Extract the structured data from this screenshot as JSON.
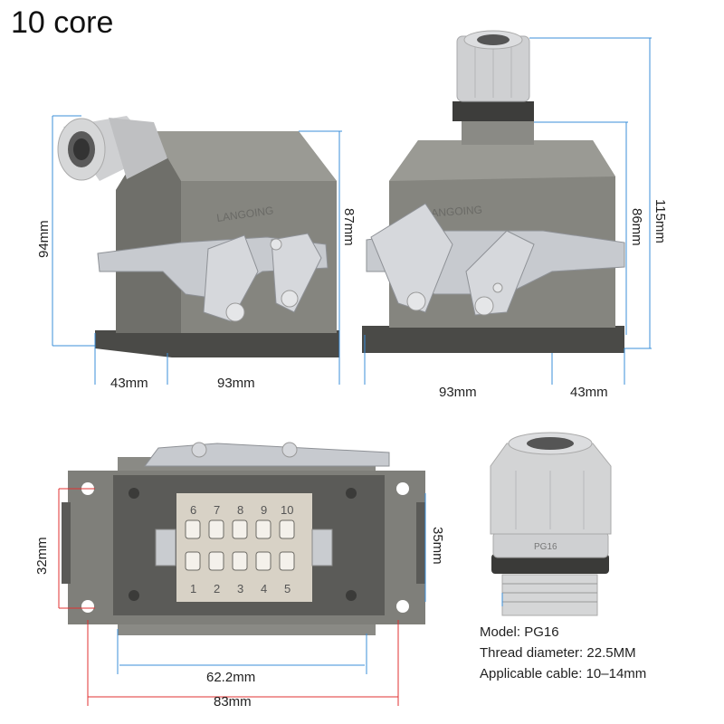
{
  "title": "10 core",
  "brand_mark": "LANGOING",
  "left_view": {
    "height_outer": "94mm",
    "height_inner": "87mm",
    "width_a": "43mm",
    "width_b": "93mm"
  },
  "right_view": {
    "height_total": "115mm",
    "height_housing": "86mm",
    "width_a": "93mm",
    "width_b": "43mm"
  },
  "bottom_view": {
    "height_left": "32mm",
    "height_right": "35mm",
    "width_inner": "62.2mm",
    "width_outer": "83mm",
    "pins_top": [
      "6",
      "7",
      "8",
      "9",
      "10"
    ],
    "pins_bottom": [
      "1",
      "2",
      "3",
      "4",
      "5"
    ]
  },
  "gland": {
    "marking": "PG16",
    "model": "Model: PG16",
    "thread": "Thread diameter: 22.5MM",
    "cable": "Applicable cable: 10–14mm"
  },
  "colors": {
    "housing": "#7d7d78",
    "housing_dark": "#5e5e5a",
    "metal": "#c9ccd0",
    "gland": "#d4d5d6",
    "dim_line": "#3b8fd9",
    "red_line": "#e03030"
  }
}
